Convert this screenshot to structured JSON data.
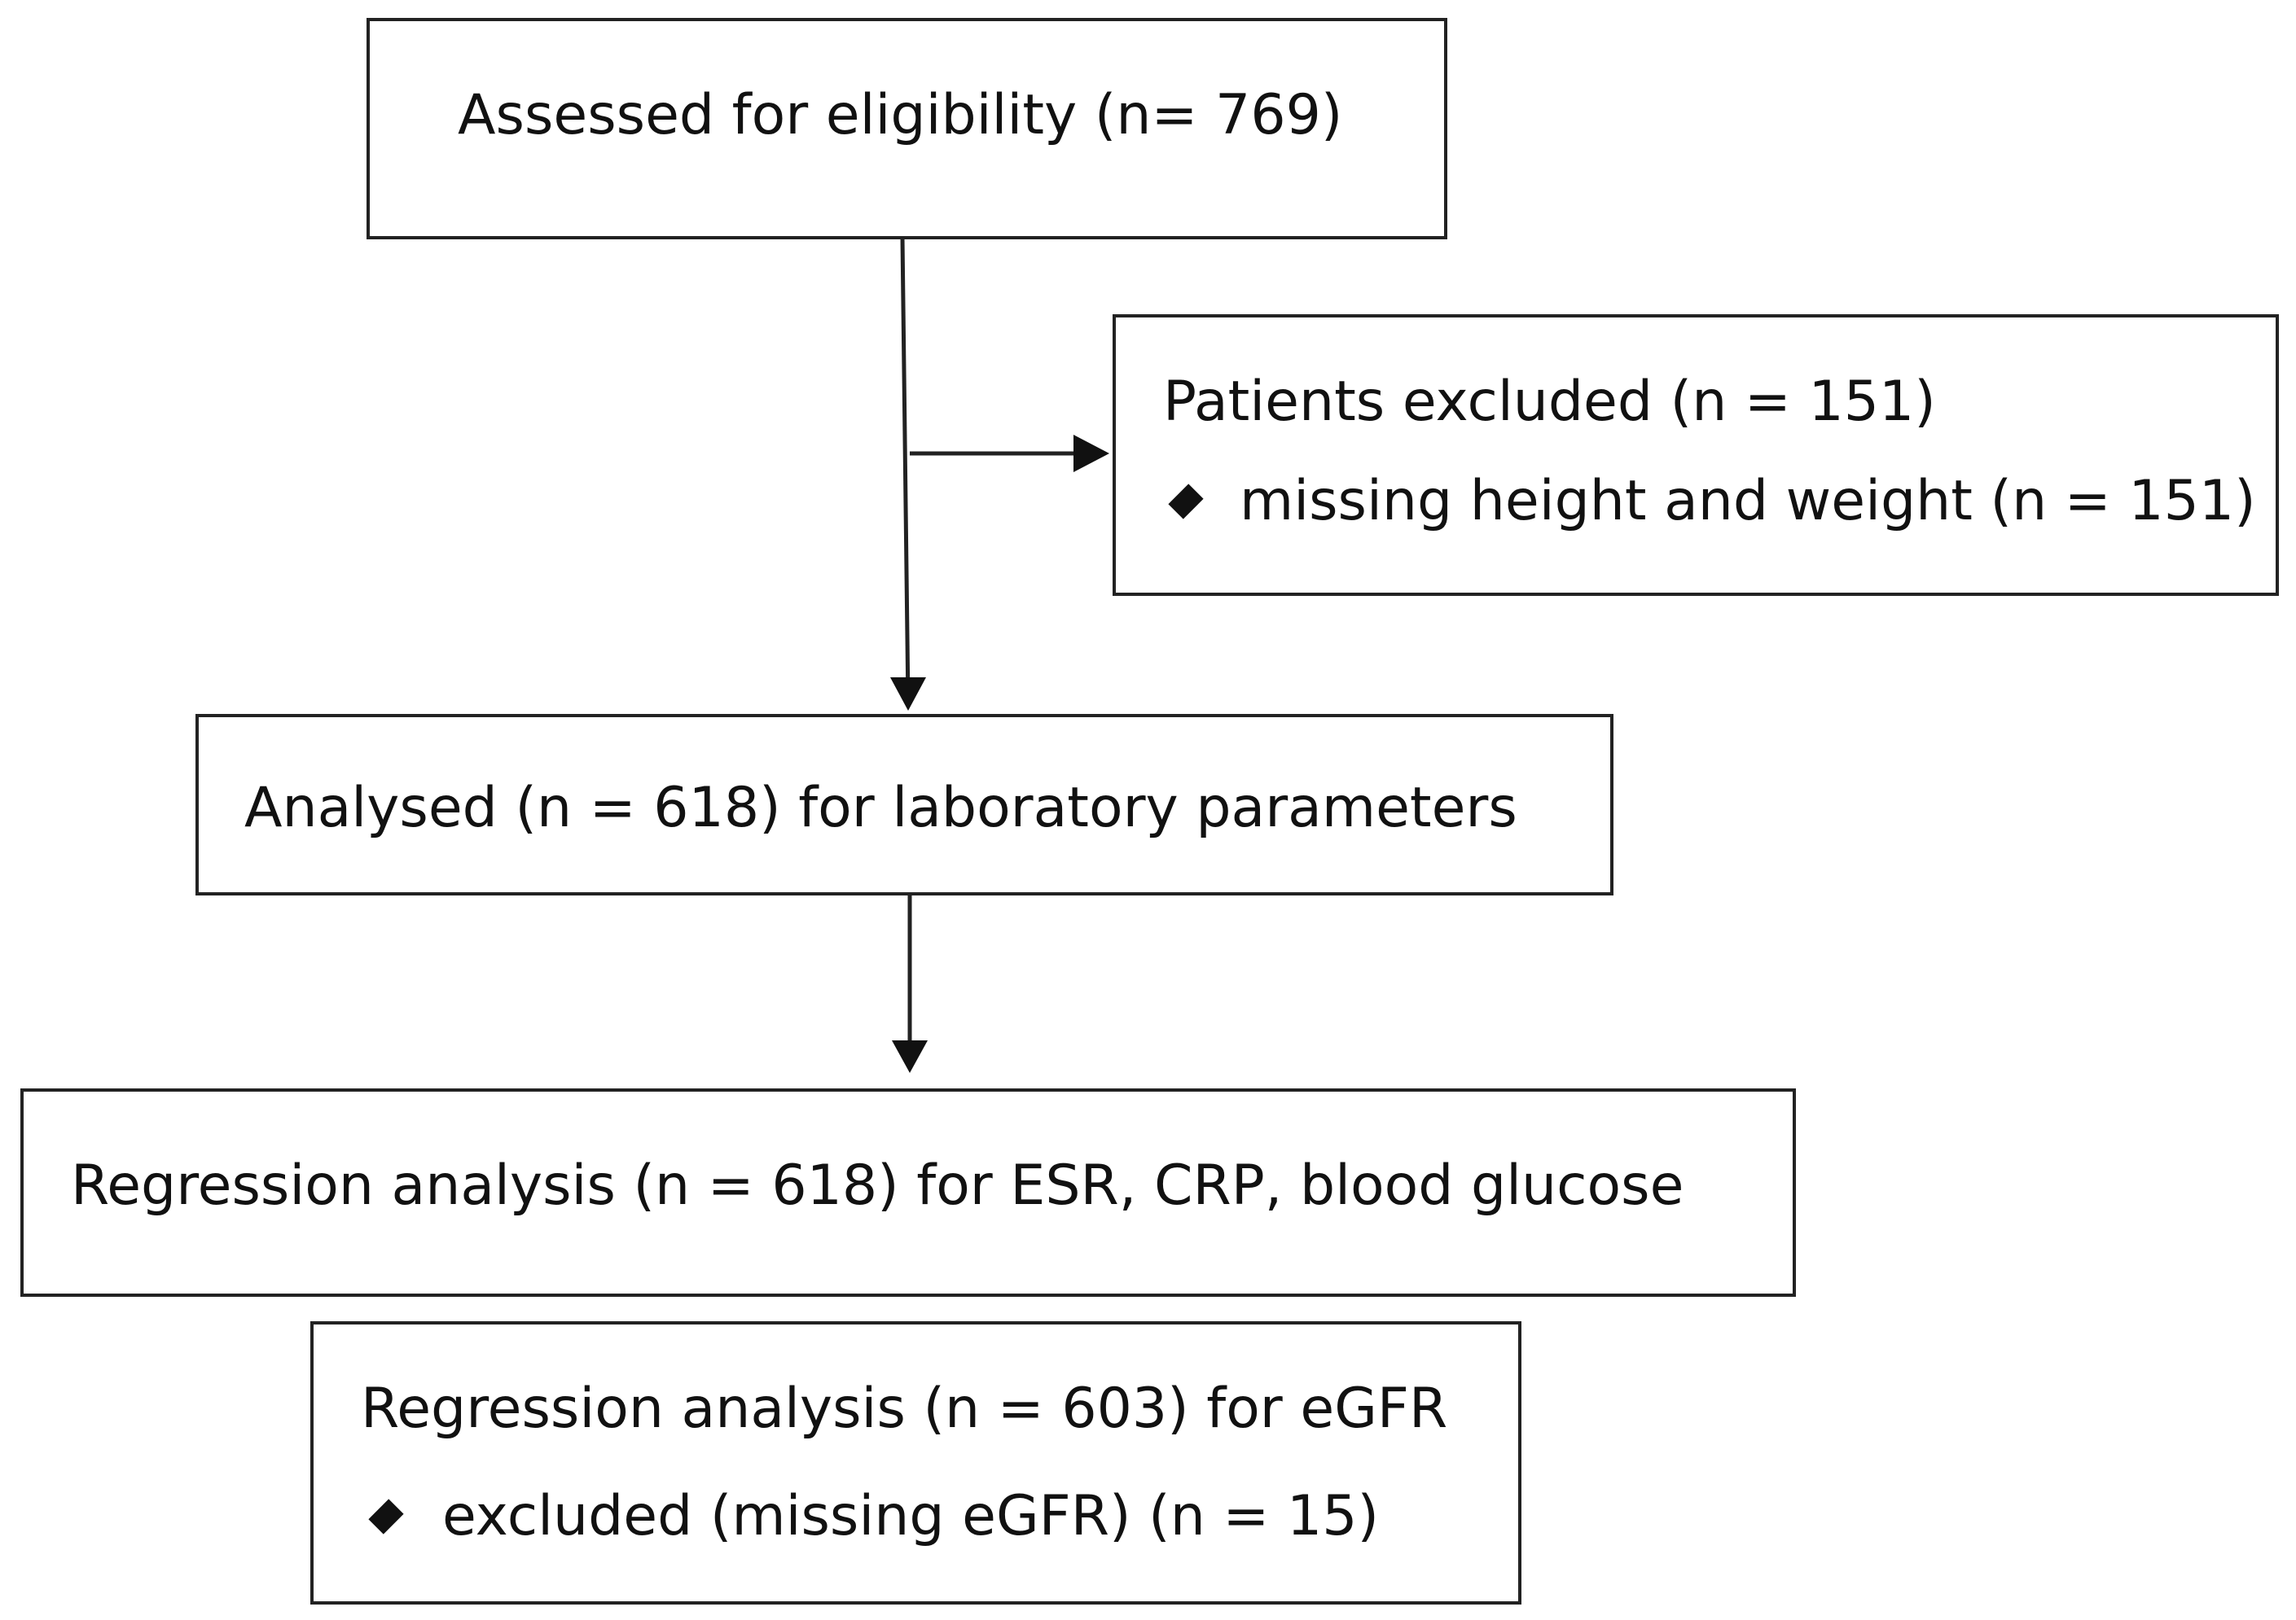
{
  "boxes": {
    "assessed": {
      "text": "Assessed for eligibility (n= 769)"
    },
    "excluded": {
      "title": "Patients excluded (n = 151)",
      "bullets": [
        "missing height and weight (n = 151)"
      ]
    },
    "analysed": {
      "text": "Analysed (n = 618) for laboratory parameters"
    },
    "regression_main": {
      "text": "Regression analysis (n = 618) for ESR, CRP, blood glucose"
    },
    "regression_egfr": {
      "title": "Regression analysis (n = 603) for eGFR",
      "bullets": [
        "excluded (missing eGFR) (n = 15)"
      ]
    }
  },
  "icons": {
    "bullet": "diamond-bullet-icon",
    "arrow": "arrow-head-icon"
  },
  "colors": {
    "line": "#222222",
    "text": "#111111",
    "background": "#ffffff"
  }
}
